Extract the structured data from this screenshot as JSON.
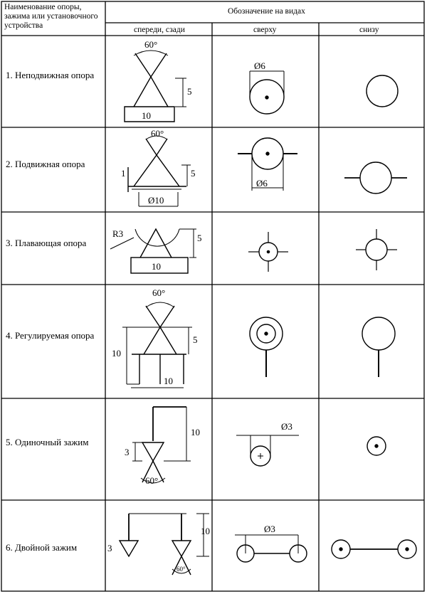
{
  "header": {
    "col_name": "Наименование опоры, зажима или установочного устройства",
    "col_group": "Обозначение на видах",
    "view_front": "спереди, сзади",
    "view_top": "сверху",
    "view_bottom": "снизу"
  },
  "rows": [
    {
      "name": "1. Неподвижная опора",
      "angle": "60°",
      "height": "5",
      "width": "10",
      "top_diameter": "Ø6"
    },
    {
      "name": "2. Подвижная опора",
      "angle": "60°",
      "height": "5",
      "width": "Ø10",
      "side_mark": "1",
      "top_diameter": "Ø6"
    },
    {
      "name": "3. Плавающая опора",
      "radius": "R3",
      "height": "5",
      "width": "10"
    },
    {
      "name": "4. Регулируемая опора",
      "angle": "60°",
      "height": "5",
      "total_height": "10",
      "width": "10"
    },
    {
      "name": "5. Одиночный зажим",
      "height": "10",
      "side_mark": "3",
      "angle": "60°",
      "top_diameter": "Ø3"
    },
    {
      "name": "6. Двойной зажим",
      "height": "10",
      "side_mark": "3",
      "angle": "60°",
      "top_diameter": "Ø3"
    }
  ]
}
